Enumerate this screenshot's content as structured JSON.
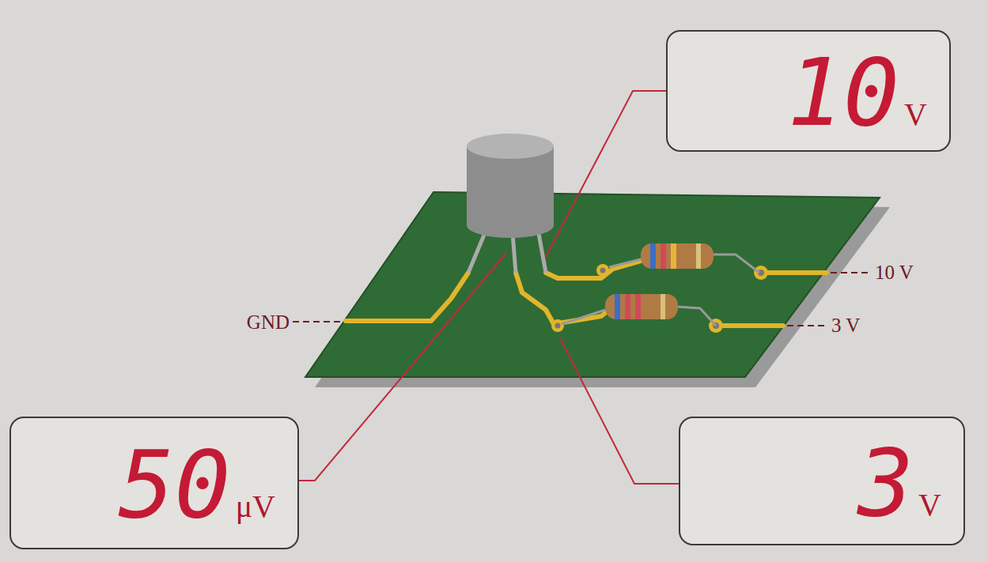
{
  "diagram": {
    "nodes": [
      {
        "text": [
          "10",
          "V"
        ]
      },
      {
        "text": [
          "50",
          "μV"
        ]
      },
      {
        "text": [
          "3",
          "V"
        ]
      }
    ],
    "labels": [
      "GND",
      "10 V",
      "3 V"
    ]
  }
}
